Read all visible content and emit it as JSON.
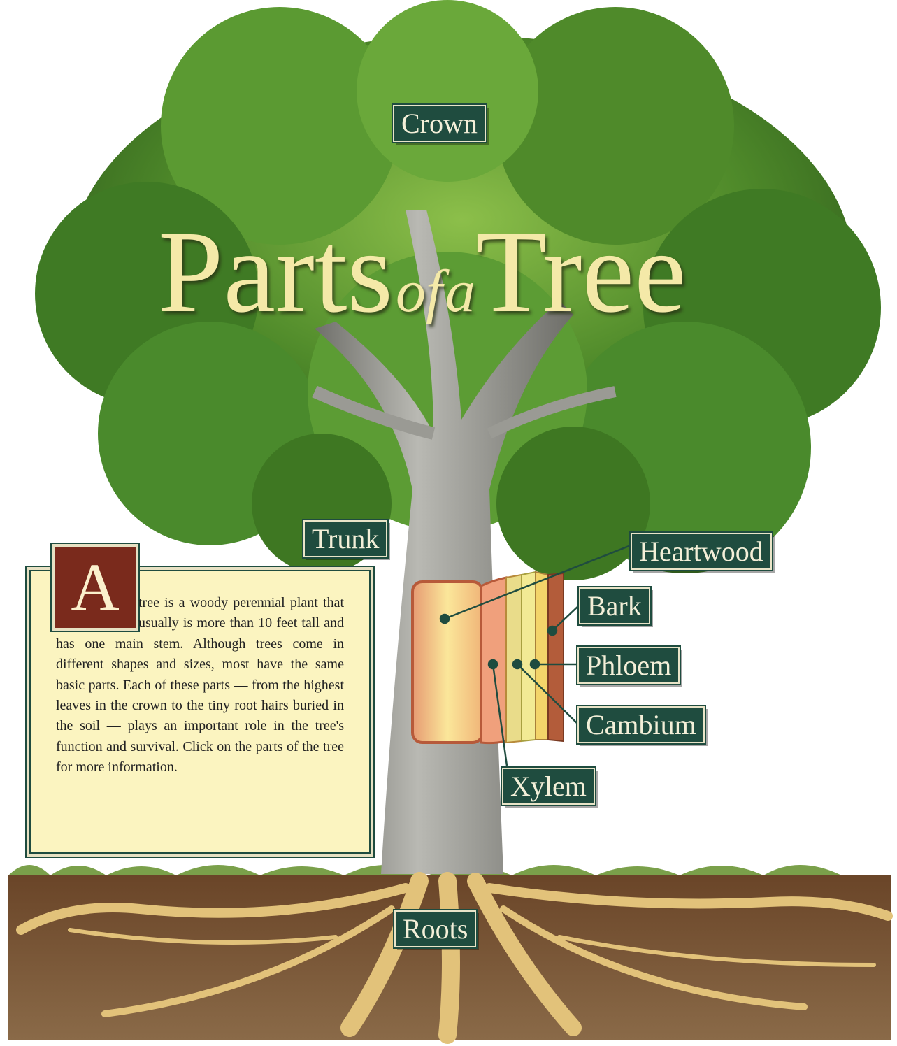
{
  "title": {
    "part1": "Parts",
    "part2": "of",
    "part3": "a",
    "part4": "Tree"
  },
  "labels": {
    "crown": "Crown",
    "trunk": "Trunk",
    "heartwood": "Heartwood",
    "bark": "Bark",
    "phloem": "Phloem",
    "cambium": "Cambium",
    "xylem": "Xylem",
    "roots": "Roots"
  },
  "info": {
    "initial": "A",
    "text": "tree is a woody perennial plant that usually is more than 10 feet tall and has one main stem. Although trees come in different shapes and sizes, most have the same basic parts. Each of these parts — from the highest leaves in the crown to the tiny root hairs buried in the soil — plays an important role in the tree's function and survival. Click on the parts of the tree for more information."
  },
  "colors": {
    "label_bg": "#1f4c3f",
    "label_text": "#f3efd8",
    "title_text": "#f4e9a8",
    "info_bg": "#fbf4c0",
    "initial_bg": "#7a2a1c",
    "foliage": "#4f8a2a",
    "trunk": "#8e8e8a",
    "soil": "#7a5533",
    "roots": "#e2c27a"
  }
}
